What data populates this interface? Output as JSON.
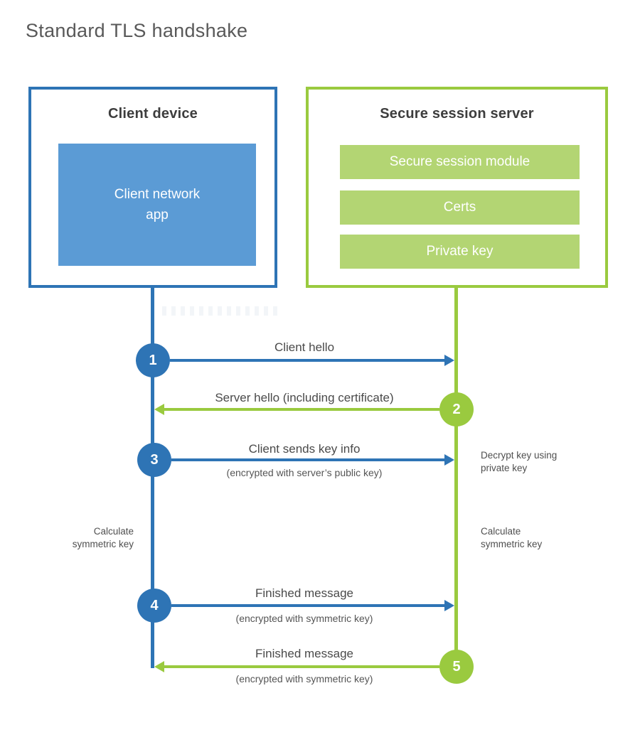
{
  "title": "Standard TLS handshake",
  "colors": {
    "blue": "#2e74b5",
    "blue_light": "#5b9bd5",
    "green": "#9aca3f",
    "green_light": "#b3d573",
    "heading_text": "#3d3d3d",
    "label_text": "#4a4a4a"
  },
  "client_box": {
    "title": "Client device",
    "app_label": "Client network\napp"
  },
  "server_box": {
    "title": "Secure session server",
    "modules": [
      "Secure session module",
      "Certs",
      "Private key"
    ]
  },
  "steps": [
    {
      "num": "1",
      "from": "client",
      "label": "Client hello",
      "sublabel": ""
    },
    {
      "num": "2",
      "from": "server",
      "label": "Server hello (including certificate)",
      "sublabel": ""
    },
    {
      "num": "3",
      "from": "client",
      "label": "Client sends key info",
      "sublabel": "(encrypted with server’s public key)"
    },
    {
      "num": "4",
      "from": "client",
      "label": "Finished message",
      "sublabel": "(encrypted with symmetric key)"
    },
    {
      "num": "5",
      "from": "server",
      "label": "Finished message",
      "sublabel": "(encrypted with symmetric key)"
    }
  ],
  "notes": {
    "decrypt": "Decrypt key using\nprivate key",
    "calc_left": "Calculate\nsymmetric key",
    "calc_right": "Calculate\nsymmetric key"
  }
}
